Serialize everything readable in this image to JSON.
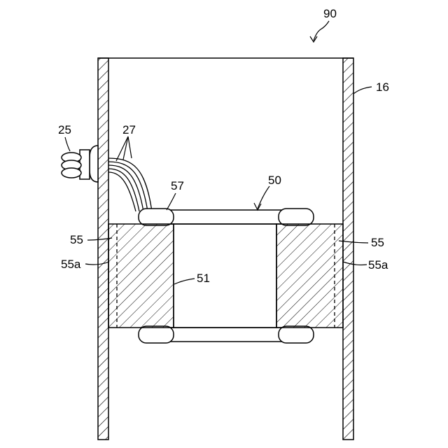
{
  "labels": {
    "figure_number": "90",
    "casing": "16",
    "connector": "25",
    "wires": "27",
    "coil_assembly": "50",
    "core": "51",
    "winding_end": "57",
    "magnet_left": "55",
    "magnet_right": "55",
    "magnet_face_left": "55a",
    "magnet_face_right": "55a"
  }
}
